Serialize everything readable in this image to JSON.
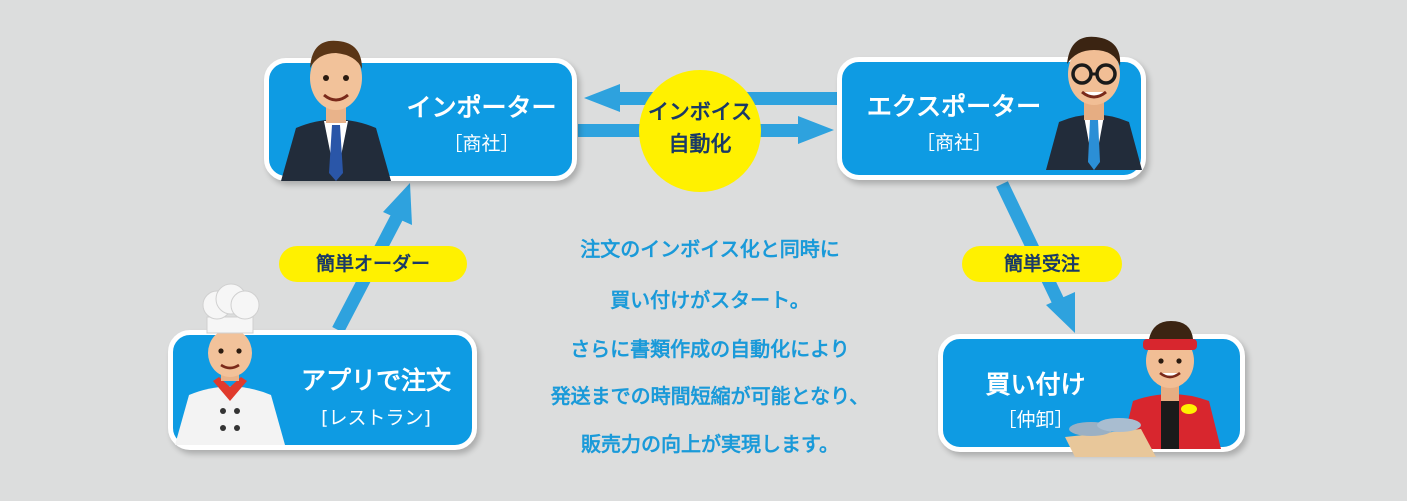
{
  "nodes": {
    "importer": {
      "title": "インポーター",
      "sub": "［商社］"
    },
    "exporter": {
      "title": "エクスポーター",
      "sub": "［商社］"
    },
    "restaurant": {
      "title": "アプリで注文",
      "sub": "[レストラン]"
    },
    "wholesaler": {
      "title": "買い付け",
      "sub": "［仲卸］"
    }
  },
  "center": {
    "line1": "インボイス",
    "line2": "自動化"
  },
  "labels": {
    "left": "簡単オーダー",
    "right": "簡単受注"
  },
  "message": [
    "注文のインボイス化と同時に",
    "買い付けがスタート。",
    "さらに書類作成の自動化により",
    "発送までの時間短縮が可能となり、",
    "販売力の向上が実現します。"
  ],
  "colors": {
    "box": "#0e9be3",
    "arrow": "#2ea2de",
    "highlight": "#fff100",
    "text_dark": "#1a3a66",
    "message": "#1a9ad9"
  }
}
